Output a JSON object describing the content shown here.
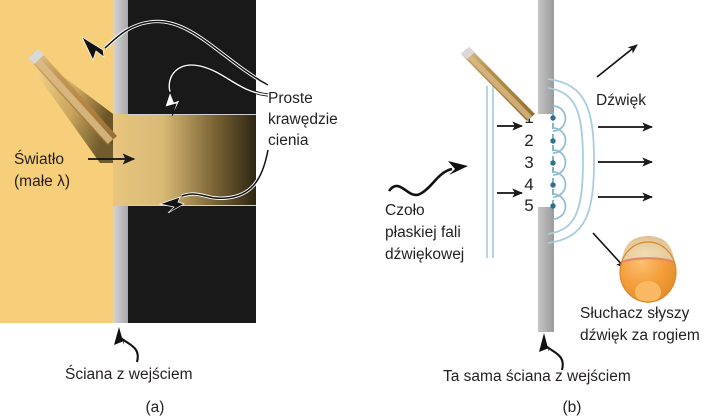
{
  "figure": {
    "panels": [
      {
        "id": "a",
        "caption": "(a)",
        "wall_label": "Ściana z wejściem",
        "source_label_line1": "Światło",
        "source_label_line2": "(małe λ)",
        "shadow_label_line1": "Proste",
        "shadow_label_line2": "krawędzie",
        "shadow_label_line3": "cienia",
        "colors": {
          "background": "#f7ce79",
          "shadow": "#191919",
          "wall": "#bfbfbf",
          "beam_near": "#e8c67e",
          "beam_far": "#3a3018",
          "flashlight_body": "#c89a5b",
          "flashlight_highlight": "#e8d2a3",
          "flashlight_lens": "#d9d9d9"
        }
      },
      {
        "id": "b",
        "caption": "(b)",
        "wall_label": "Ta sama ściana z wejściem",
        "wavefront_label_line1": "Czoło",
        "wavefront_label_line2": "płaskiej fali",
        "wavefront_label_line3": "dźwiękowej",
        "sound_label": "Dźwięk",
        "listener_label_line1": "Słuchacz słyszy",
        "listener_label_line2": "dźwięk za rogiem",
        "source_numbers": [
          "1",
          "2",
          "3",
          "4",
          "5"
        ],
        "colors": {
          "background": "#ffffff",
          "wall": "#b0b0b0",
          "wavefront": "#a8cede",
          "wavelet": "#8fbdd3",
          "source_dot": "#2e6f8e",
          "dashed_line": "#7fb4cc",
          "arrow": "#1a1a1a",
          "head_skin": "#f5a03c",
          "head_hair": "#e8cb9a",
          "flashlight_body": "#b8893f"
        }
      }
    ]
  }
}
